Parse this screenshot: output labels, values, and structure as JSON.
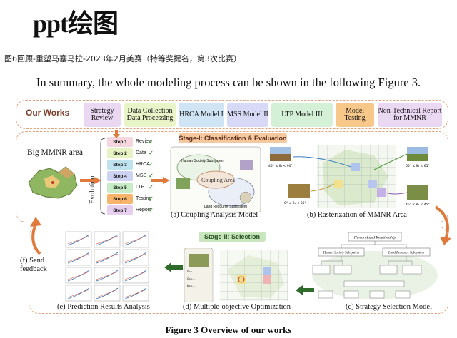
{
  "header": {
    "title": "ppt绘图",
    "caption": "图6回顾-重塑马塞马拉-2023年2月美赛（特等奖提名，第3次比赛）"
  },
  "summary": "In summary, the whole modeling process can be shown in the following Figure 3.",
  "works": {
    "label": "Our Works",
    "tabs": [
      {
        "label": "Strategy Review",
        "color": "#ead7f2"
      },
      {
        "label": "Data Collection Data Processing",
        "color": "#e9f5c9"
      },
      {
        "label": "HRCA Model I",
        "color": "#cfe4f5"
      },
      {
        "label": "MSS Model II",
        "color": "#d8d9f6"
      },
      {
        "label": "LTP Model III",
        "color": "#d4f0d6"
      },
      {
        "label": "Model Testing",
        "color": "#f7c88a"
      },
      {
        "label": "Non-Technical Report for MMNR",
        "color": "#ead7f2"
      }
    ]
  },
  "stage1": {
    "area_label": "Big MMNR area",
    "evolution": "Evolution",
    "steps": [
      {
        "n": "Step 1",
        "w": "Review",
        "color": "#f6d6df"
      },
      {
        "n": "Step 2",
        "w": "Data",
        "color": "#e8f3c4"
      },
      {
        "n": "Step 3",
        "w": "HRCA",
        "color": "#bfe3ee"
      },
      {
        "n": "Step 4",
        "w": "MSS",
        "color": "#cfd3f3"
      },
      {
        "n": "Step 5",
        "w": "LTP",
        "color": "#c9ecc8"
      },
      {
        "n": "Step 6",
        "w": "Testing",
        "color": "#f7b46a"
      },
      {
        "n": "Step 7",
        "w": "Report",
        "color": "#e6cfef"
      }
    ],
    "header": "Stage-I: Classification & Evaluation",
    "coupling_title": "Coupling Area",
    "hss": "Human Society Subsystem",
    "lrs": "Land Resource Subsystem",
    "sub_a": "(a) Coupling Analysis Model",
    "sub_b": "(b) Rasterization of MMNR Area",
    "theta": [
      "45° ≤ θ₁ < 90°",
      "0° ≤ θ₁ < 35°",
      "65° ≤ θ₁ < 65°",
      "45° ≤ θ₁ < 45°"
    ]
  },
  "stage2": {
    "header": "Stage-II: Selection",
    "send": "(f) Send feedback",
    "sub_e": "(e) Prediction Results Analysis",
    "sub_d": "(d) Multiple-objective Optimization",
    "sub_c": "(c) Strategy Selection Model",
    "hlr": "Human-Land Relationship",
    "hss": "Human Society Subsystem",
    "lrs": "Land Resource Subsystem"
  },
  "figure_caption": "Figure 3 Overview of our works"
}
